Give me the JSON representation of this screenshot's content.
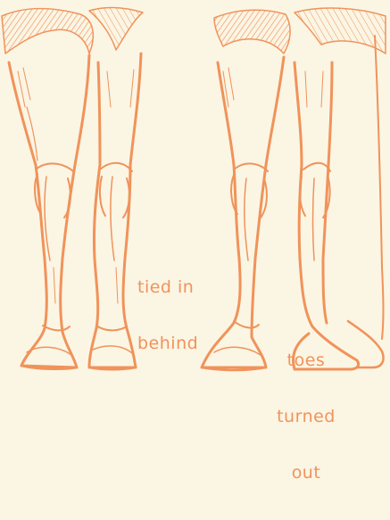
{
  "illustration": {
    "colors": {
      "ink": "#f0935a",
      "paper": "#fbf5e4"
    },
    "left_figure": {
      "caption": [
        "tied in",
        "behind"
      ]
    },
    "right_figure": {
      "caption": [
        "toes",
        "turned",
        "out"
      ]
    }
  }
}
